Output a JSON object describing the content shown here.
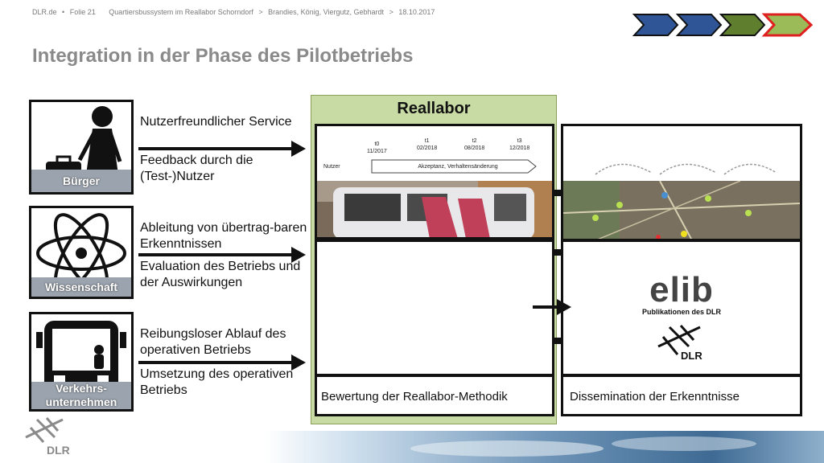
{
  "header": {
    "org": "DLR.de",
    "bullet": "•",
    "slide": "Folie 21",
    "project": "Quartiersbussystem im Reallabor Schorndorf",
    "sep1": ">",
    "authors": "Brandies, König, Viergutz, Gebhardt",
    "sep2": ">",
    "date": "18.10.2017"
  },
  "title": "Integration in der Phase des Pilotbetriebs",
  "stakeholders": [
    {
      "label": "Bürger",
      "lines": [
        "Nutzerfreundlicher Service",
        "Feedback durch die (Test-)Nutzer"
      ],
      "icon": "person-with-suitcase-icon"
    },
    {
      "label": "Wissenschaft",
      "lines": [
        "Ableitung von übertrag-baren Erkenntnissen",
        "Evaluation des Betriebs und der Auswirkungen"
      ],
      "icon": "atom-icon"
    },
    {
      "label": "Verkehrs-unternehmen",
      "lines": [
        "Reibungsloser Ablauf des operativen Betriebs",
        "Umsetzung des operativen Betriebs"
      ],
      "icon": "bus-icon"
    }
  ],
  "stakeholder_text": {
    "s1a": "Nutzerfreundlicher Service",
    "s1b": "Feedback durch die (Test-)Nutzer",
    "s2a": "Ableitung von übertrag-baren Erkenntnissen",
    "s2b": "Evaluation des Betriebs und der Auswirkungen",
    "s3a": "Reibungsloser Ablauf des operativen Betriebs",
    "s3b": "Umsetzung des operativen Betriebs",
    "label1": "Bürger",
    "label2": "Wissenschaft",
    "label3a": "Verkehrs-",
    "label3b": "unternehmen"
  },
  "reallabor": {
    "title": "Reallabor",
    "timeline": {
      "row_label": "Nutzer",
      "bar_label": "Akzeptanz, Verhaltensänderung",
      "points": [
        {
          "t": "t0",
          "date": "11/2017"
        },
        {
          "t": "t1",
          "date": "02/2018"
        },
        {
          "t": "t2",
          "date": "08/2018"
        },
        {
          "t": "t3",
          "date": "12/2018"
        }
      ]
    },
    "caption": "Bewertung der Reallabor-Methodik"
  },
  "dissemination": {
    "logo_text": "elib",
    "logo_sub": "Publikationen des DLR",
    "dlr_text": "DLR",
    "caption": "Dissemination der Erkenntnisse"
  },
  "footer_logo_text": "DLR",
  "colors": {
    "chevron_blue": "#2f5597",
    "chevron_green": "#5f7f2e",
    "chevron_light_green": "#9bbb59",
    "chevron_active_border": "#e02020",
    "panel_green": "#c9dba4",
    "label_gray": "#9aa3ae"
  }
}
